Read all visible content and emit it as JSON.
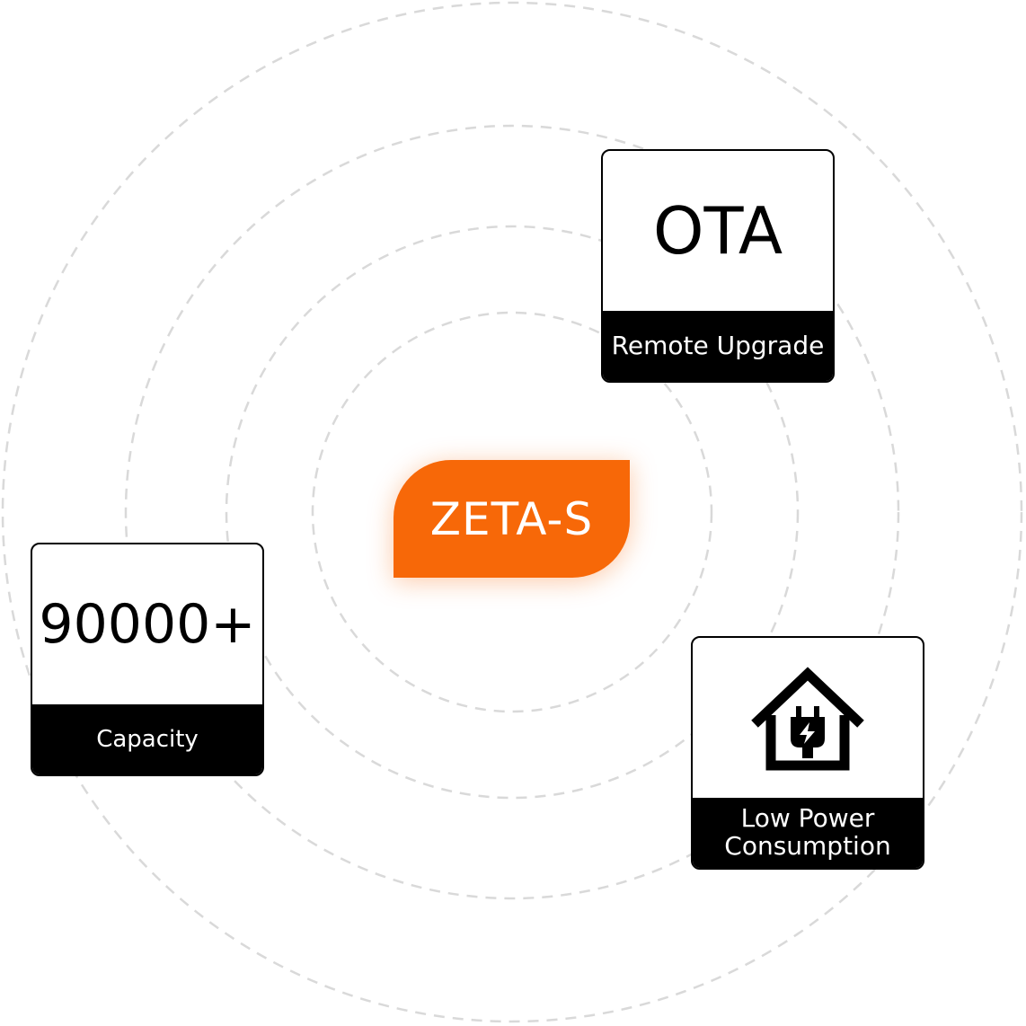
{
  "center": {
    "label": "ZETA-S"
  },
  "cards": {
    "ota": {
      "value": "OTA",
      "caption": "Remote Upgrade"
    },
    "capacity": {
      "value": "90000+",
      "caption": "Capacity"
    },
    "power": {
      "icon": "house-plug-icon",
      "caption": "Low Power\nConsumption"
    }
  },
  "colors": {
    "accent": "#f76808",
    "card_border": "#000000",
    "card_label_bg": "#000000",
    "ring": "#d9d9d9"
  }
}
